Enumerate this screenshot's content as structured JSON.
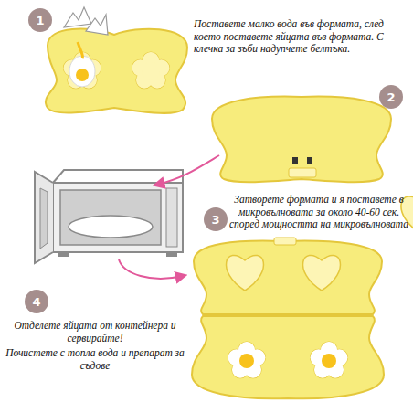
{
  "diagram": {
    "nodes": [
      {
        "text": [
          "1"
        ]
      },
      {
        "text": [
          "2"
        ]
      },
      {
        "text": [
          "3"
        ]
      },
      {
        "text": [
          "4"
        ]
      }
    ],
    "labels": [
      "Поставете малко вода във формата, след което поставете яйцата във формата. С клечка за зъби надупчете белтъка.",
      "Затворете формата и я поставете в микровълновата за около 40-60 сек. според мощността на микровълновата",
      "Отделете яйцата от контейнера и сервирайте!",
      "Почистете с топла вода и препарат за съдове"
    ]
  }
}
